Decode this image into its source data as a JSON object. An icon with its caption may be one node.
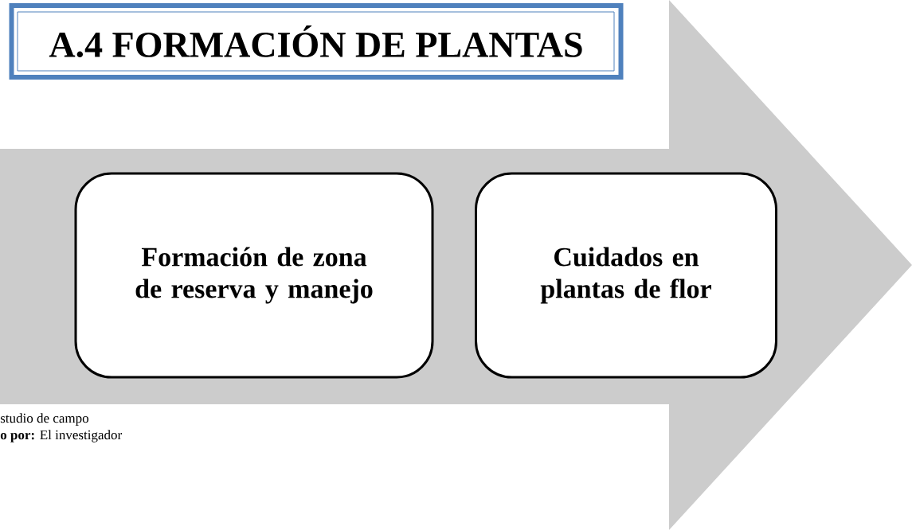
{
  "diagram": {
    "nodes": [
      {
        "text": [
          "A.4 FORMACIÓN DE PLANTAS"
        ]
      },
      {
        "text": [],
        "shape": "arrow"
      },
      {
        "text": [
          "Formación de zona de reserva y manejo"
        ],
        "in": 1
      },
      {
        "text": [
          "Cuidados en plantas de flor"
        ],
        "in": 1
      }
    ],
    "labels": [
      "studio de campo",
      "**o por:** El investigador"
    ]
  }
}
